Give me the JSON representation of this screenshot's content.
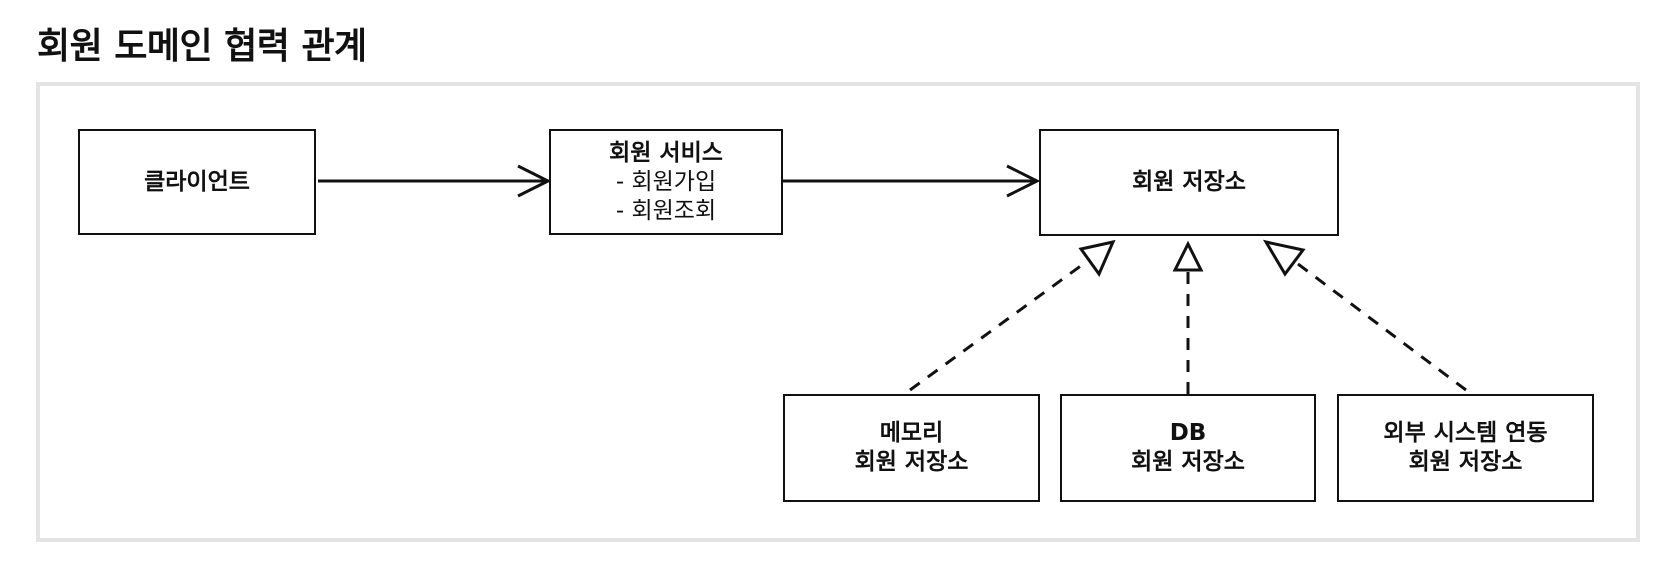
{
  "title": "회원 도메인 협력 관계",
  "nodes": {
    "client": {
      "label": "클라이언트"
    },
    "member_service": {
      "label": "회원 서비스",
      "lines": [
        "- 회원가입",
        "- 회원조회"
      ]
    },
    "member_repository": {
      "label": "회원 저장소"
    },
    "memory_repository": {
      "lines": [
        "메모리",
        "회원 저장소"
      ]
    },
    "db_repository": {
      "lines": [
        "DB",
        "회원 저장소"
      ]
    },
    "external_repository": {
      "lines": [
        "외부 시스템 연동",
        "회원 저장소"
      ]
    }
  },
  "edges": [
    {
      "from": "클라이언트",
      "to": "회원 서비스",
      "style": "solid",
      "arrowhead": "open"
    },
    {
      "from": "회원 서비스",
      "to": "회원 저장소",
      "style": "solid",
      "arrowhead": "open"
    },
    {
      "from": "메모리 회원 저장소",
      "to": "회원 저장소",
      "style": "dashed",
      "arrowhead": "hollow-triangle"
    },
    {
      "from": "DB 회원 저장소",
      "to": "회원 저장소",
      "style": "dashed",
      "arrowhead": "hollow-triangle"
    },
    {
      "from": "외부 시스템 연동 회원 저장소",
      "to": "회원 저장소",
      "style": "dashed",
      "arrowhead": "hollow-triangle"
    }
  ],
  "colors": {
    "frame_border": "#e4e4e4",
    "stroke": "#111111",
    "background": "#ffffff"
  }
}
